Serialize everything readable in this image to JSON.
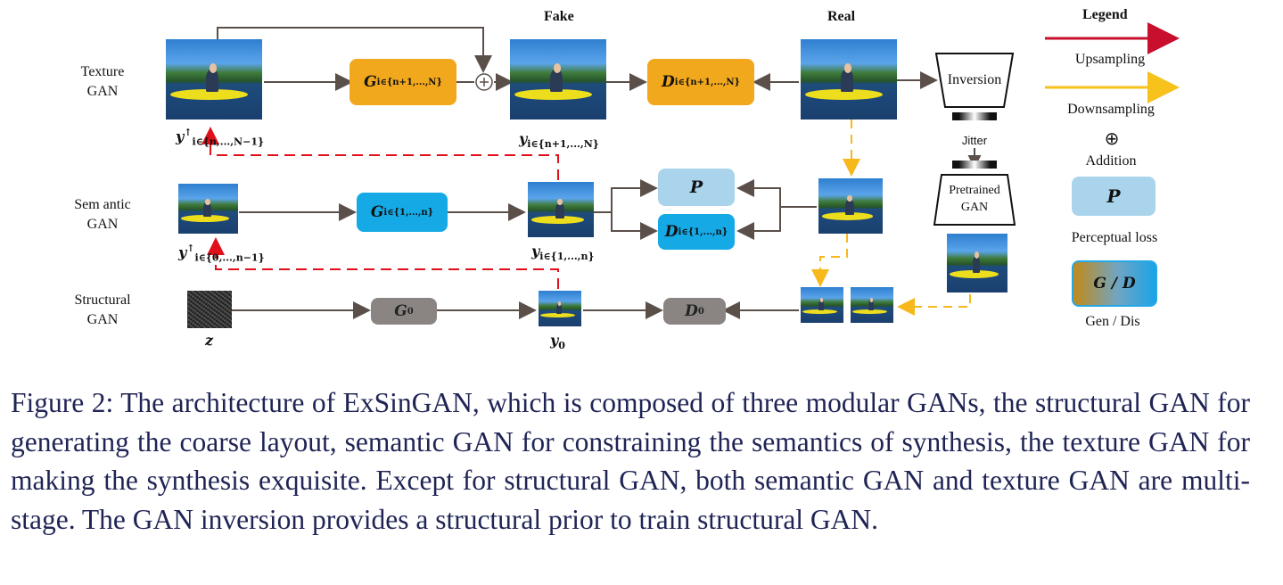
{
  "rows": {
    "texture": "Texture\nGAN",
    "semantic": "Sem antic\nGAN",
    "structural": "Structural\nGAN"
  },
  "headers": {
    "fake": "Fake",
    "real": "Real",
    "legend": "Legend"
  },
  "boxes": {
    "g_texture": {
      "main": "G",
      "sub": "i∈{n+1,...,N}"
    },
    "d_texture": {
      "main": "D",
      "sub": "i∈{n+1,...,N}"
    },
    "g_semantic": {
      "main": "G",
      "sub": "i∈{1,...,n}"
    },
    "p": "P",
    "d_semantic": {
      "main": "D",
      "sub": "i∈{1,...,n}"
    },
    "g0": {
      "main": "G",
      "sub": "0"
    },
    "d0": {
      "main": "D",
      "sub": "0"
    }
  },
  "var_labels": {
    "y_up_texture": {
      "main": "y",
      "sup": "↑",
      "sub": "i∈{n,...,N−1}"
    },
    "y_texture": {
      "main": "y",
      "sub": "i∈{n+1,...,N}"
    },
    "y_up_semantic": {
      "main": "y",
      "sup": "↑",
      "sub": "i∈{0,...,n−1}"
    },
    "y_semantic": {
      "main": "y",
      "sub": "i∈{1,...,n}"
    },
    "z": "z",
    "y0": {
      "main": "y",
      "sub": "0"
    }
  },
  "inversion": {
    "inversion": "Inversion",
    "jitter": "Jitter",
    "pretrained": "Pretrained\nGAN",
    "addition_symbol": "⊕"
  },
  "legend": {
    "upsampling": "Upsampling",
    "downsampling": "Downsampling",
    "addition_symbol": "⊕",
    "addition": "Addition",
    "p_symbol": "P",
    "perceptual": "Perceptual loss",
    "gd_symbol": "G / D",
    "gen_dis": "Gen / Dis"
  },
  "colors": {
    "generator_texture": "#f2a81d",
    "generator_semantic": "#15a9e6",
    "perceptual": "#a9d4ec",
    "structural": "#8a8583",
    "upsampling_arrow": "#c8102e",
    "downsampling_arrow": "#f6c21b",
    "flow_arrow": "#5b4f4a"
  },
  "caption": "Figure 2: The architecture of ExSinGAN, which is composed of three modular GANs, the structural GAN for generating the coarse layout, semantic GAN for constraining the semantics of synthesis, the texture GAN for making the synthesis exquisite. Except for structural GAN, both semantic GAN and texture GAN are multi-stage. The GAN inversion provides a structural prior to train structural GAN."
}
